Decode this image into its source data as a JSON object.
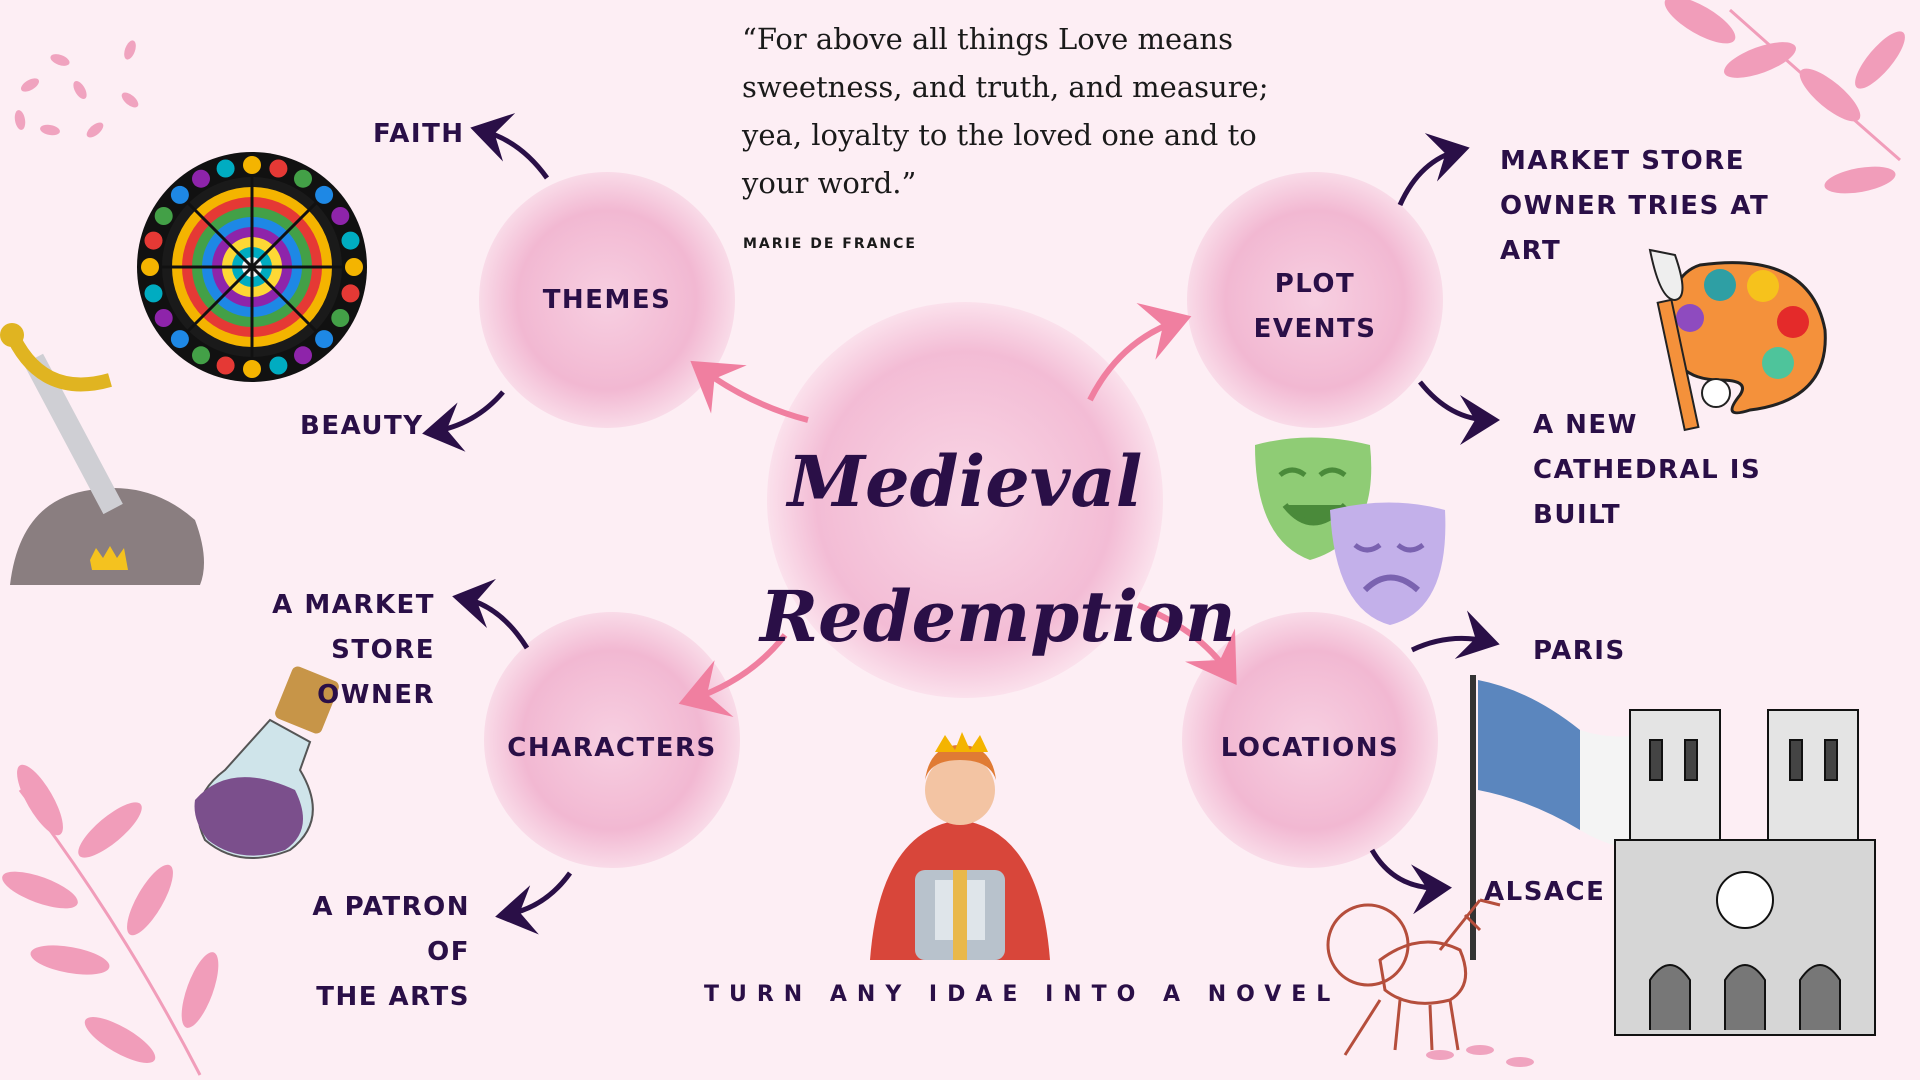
{
  "quote": {
    "text": "“For above all things Love means\nsweetness, and truth, and measure;\nyea, loyalty to the loved one and to\nyour word.”",
    "author": "MARIE DE FRANCE"
  },
  "title": {
    "line1": "Medieval",
    "line2": "Redemption"
  },
  "nodes": {
    "themes": "THEMES",
    "plot": "PLOT\nEVENTS",
    "characters": "CHARACTERS",
    "locations": "LOCATIONS"
  },
  "leaves": {
    "faith": "FAITH",
    "beauty": "BEAUTY",
    "market_owner_art": "MARKET STORE\nOWNER TRIES AT\nART",
    "new_cathedral": "A NEW\nCATHEDRAL IS\nBUILT",
    "market_owner": "A MARKET STORE\nOWNER",
    "patron": "A PATRON OF\nTHE ARTS",
    "paris": "PARIS",
    "alsace": "ALSACE"
  },
  "tagline": "TURN ANY IDAE INTO A NOVEL",
  "colors": {
    "ink": "#2a0f47",
    "pink_arrow": "#f07fa0",
    "bubble": "#f3b9d4",
    "background": "#fdeef4"
  },
  "icons": [
    "rose-window-icon",
    "sword-in-stone-icon",
    "potion-bottle-icon",
    "paint-palette-icon",
    "theater-masks-icon",
    "knight-king-icon",
    "france-flag-icon",
    "notre-dame-icon",
    "lamb-icon",
    "leaf-branch-icon"
  ]
}
